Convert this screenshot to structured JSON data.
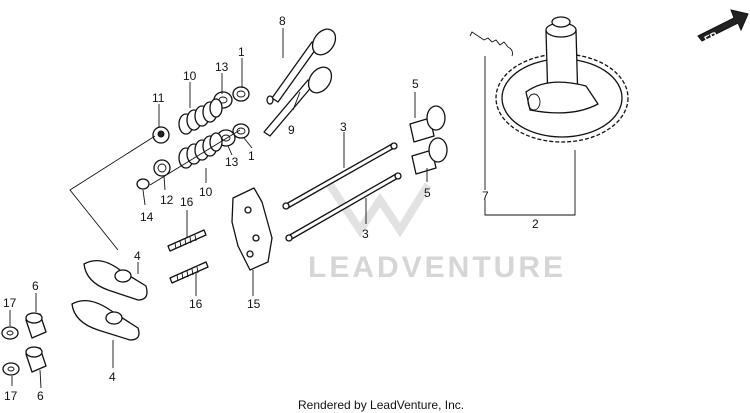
{
  "direction_label": "FR.",
  "watermark": "LEADVENTURE",
  "footer": "Rendered by LeadVenture, Inc.",
  "callouts": {
    "p8": "8",
    "p1a": "1",
    "p13a": "13",
    "p10a": "10",
    "p11": "11",
    "p9": "9",
    "p1b": "1",
    "p13b": "13",
    "p10b": "10",
    "p12": "12",
    "p14": "14",
    "p3a": "3",
    "p3b": "3",
    "p5a": "5",
    "p5b": "5",
    "p7": "7",
    "p2": "2",
    "p16a": "16",
    "p16b": "16",
    "p15": "15",
    "p4a": "4",
    "p4b": "4",
    "p6a": "6",
    "p6b": "6",
    "p17a": "17",
    "p17b": "17"
  }
}
